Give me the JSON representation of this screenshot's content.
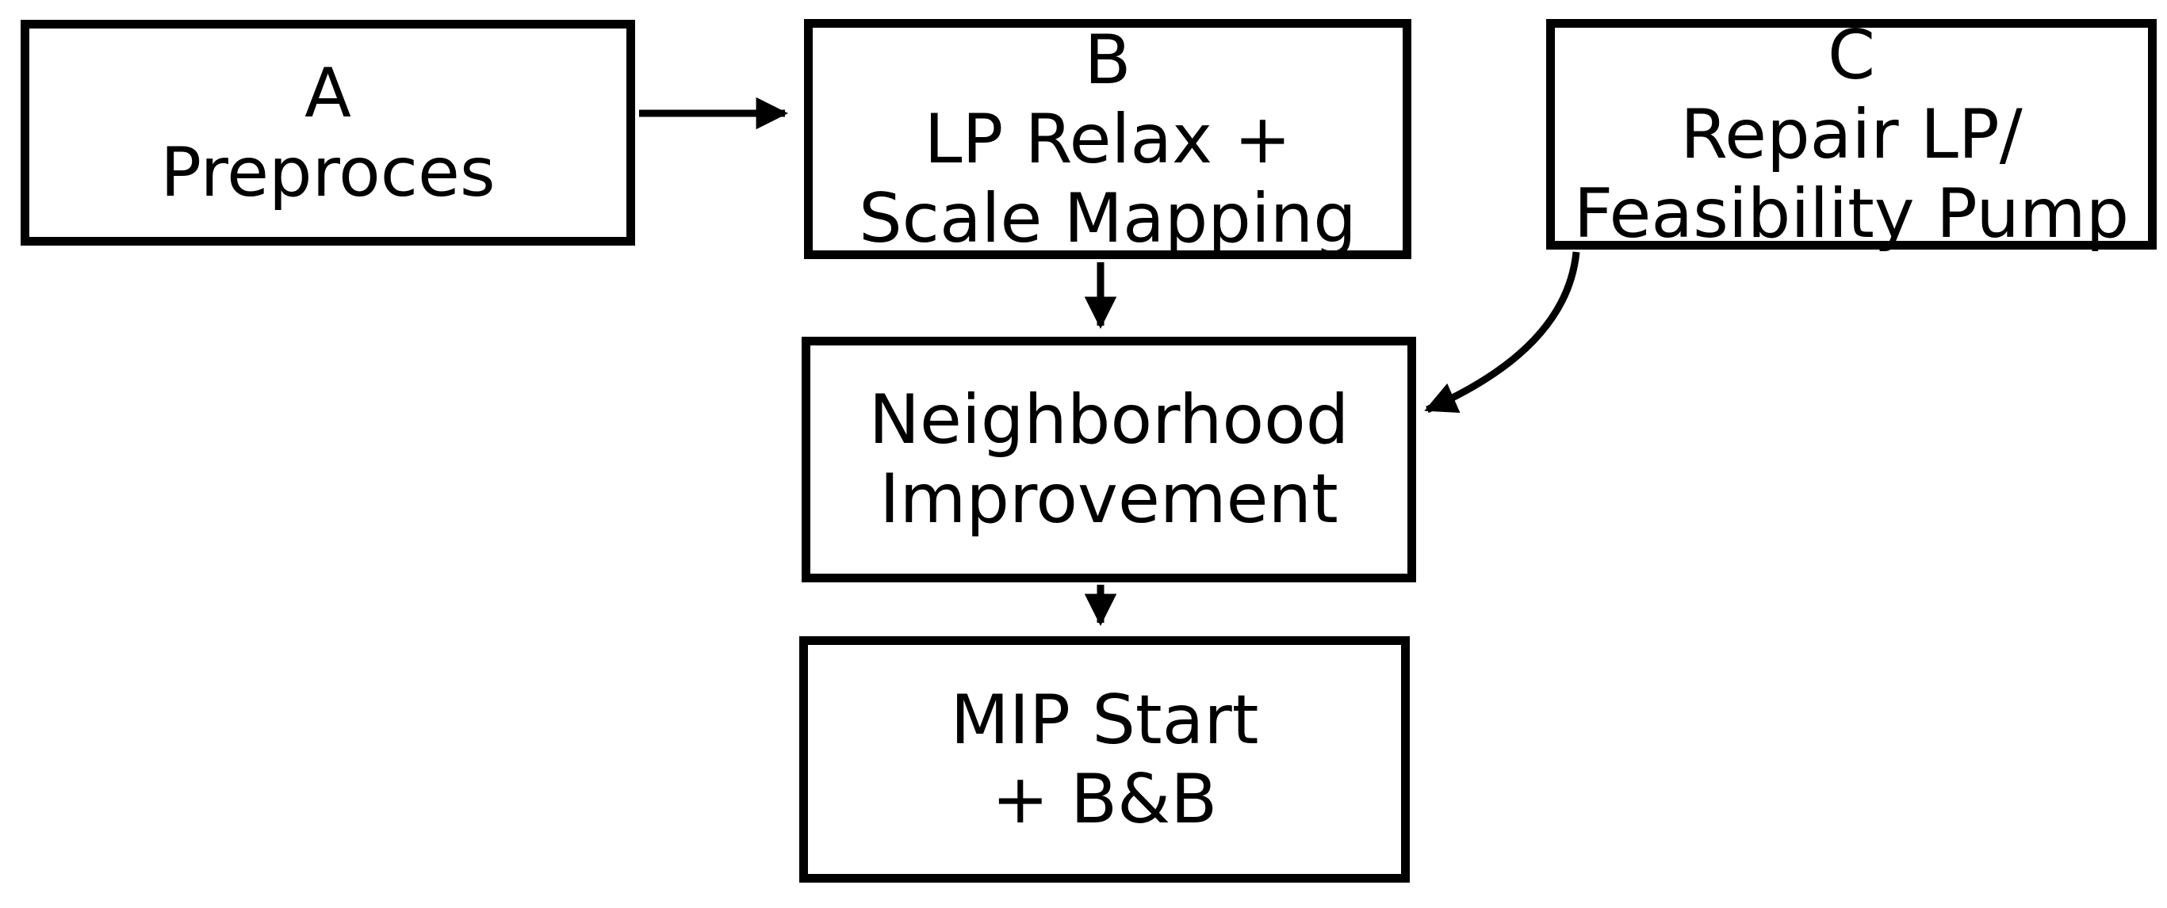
{
  "diagram": {
    "type": "flowchart",
    "colors": {
      "background": "#ffffff",
      "box_fill": "#ffffff",
      "stroke": "#000000",
      "text": "#000000"
    },
    "nodes": {
      "preprocess": {
        "lines": [
          "A",
          "Preproces"
        ]
      },
      "lp_relax": {
        "lines": [
          "B",
          "LP Relax +",
          "Scale Mapping"
        ]
      },
      "repair_lp": {
        "lines": [
          "C",
          "Repair LP/",
          "Feasibility Pump"
        ]
      },
      "neighborhood": {
        "lines": [
          "Neighborhood",
          "Improvement"
        ]
      },
      "mip_start": {
        "lines": [
          "MIP Start",
          "+ B&B"
        ]
      }
    },
    "edges": [
      {
        "from": "A Preproces",
        "to": "B LP Relax + Scale Mapping",
        "shape": "straight-right-arrow"
      },
      {
        "from": "B LP Relax + Scale Mapping",
        "to": "Neighborhood Improvement",
        "shape": "straight-down-arrow"
      },
      {
        "from": "C Repair LP/ Feasibility Pump",
        "to": "Neighborhood Improvement",
        "shape": "curved-down-left-arrow"
      },
      {
        "from": "Neighborhood Improvement",
        "to": "MIP Start + B&B",
        "shape": "straight-down-arrow"
      }
    ]
  }
}
